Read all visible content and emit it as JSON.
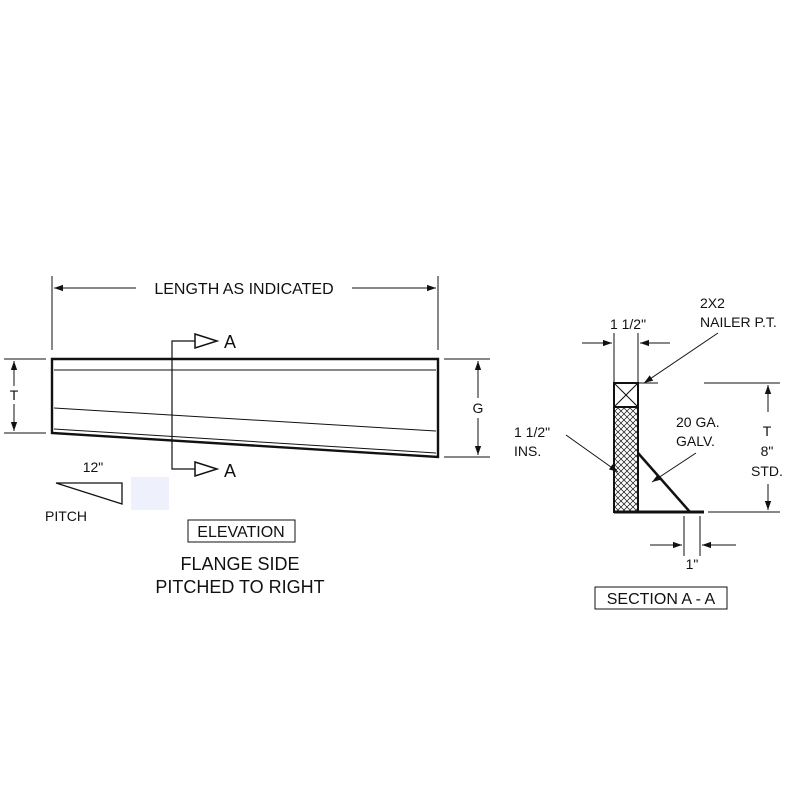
{
  "colors": {
    "line": "#111111",
    "background": "#ffffff",
    "swatch": "#eef0fb",
    "crosshatch": "#111111"
  },
  "elevation": {
    "length_label": "LENGTH AS INDICATED",
    "t_label": "T",
    "g_label": "G",
    "section_marker_top": "A",
    "section_marker_bottom": "A",
    "pitch_run": "12\"",
    "pitch_label": "PITCH",
    "title": "ELEVATION",
    "note_line1": "FLANGE SIDE",
    "note_line2": "PITCHED TO RIGHT"
  },
  "section": {
    "nailer_width": "1 1/2\"",
    "nailer_line1": "2X2",
    "nailer_line2": "NAILER P.T.",
    "insulation_line1": "1 1/2\"",
    "insulation_line2": "INS.",
    "gauge_line1": "20 GA.",
    "gauge_line2": "GALV.",
    "height_line1": "T",
    "height_line2": "8\"",
    "height_line3": "STD.",
    "flange_width": "1\"",
    "title": "SECTION A - A"
  }
}
